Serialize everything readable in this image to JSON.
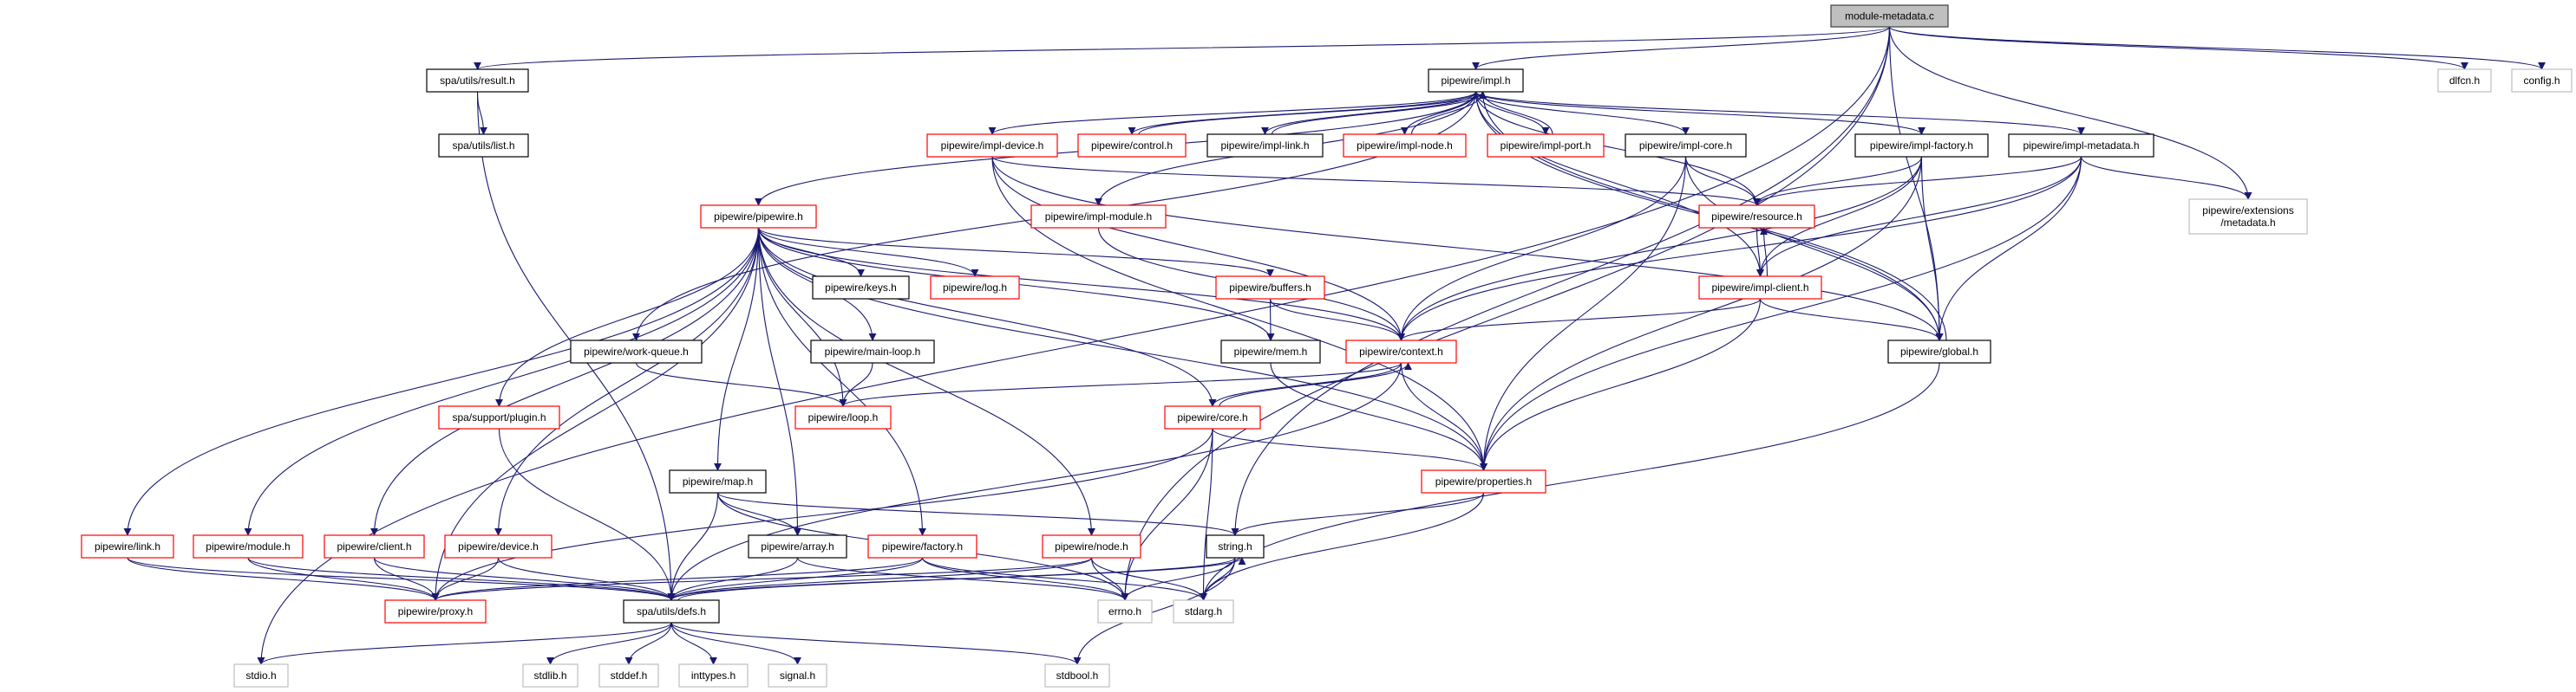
{
  "colors": {
    "edge": "#191970",
    "root_fill": "#bfbfbf",
    "root_border": "#404040",
    "documented_border": "#000000",
    "truncated_border": "#ff0000",
    "external_border": "#bfbfbf",
    "node_fill": "#ffffff"
  },
  "nodes": [
    {
      "id": "root",
      "label": "module-metadata.c",
      "kind": "root"
    },
    {
      "id": "result",
      "label": "spa/utils/result.h",
      "kind": "documented"
    },
    {
      "id": "list",
      "label": "spa/utils/list.h",
      "kind": "documented"
    },
    {
      "id": "impl",
      "label": "pipewire/impl.h",
      "kind": "documented"
    },
    {
      "id": "dlfcn",
      "label": "dlfcn.h",
      "kind": "external"
    },
    {
      "id": "config",
      "label": "config.h",
      "kind": "external"
    },
    {
      "id": "impl_device",
      "label": "pipewire/impl-device.h",
      "kind": "truncated"
    },
    {
      "id": "control",
      "label": "pipewire/control.h",
      "kind": "truncated"
    },
    {
      "id": "impl_link",
      "label": "pipewire/impl-link.h",
      "kind": "documented"
    },
    {
      "id": "impl_node",
      "label": "pipewire/impl-node.h",
      "kind": "truncated"
    },
    {
      "id": "impl_port",
      "label": "pipewire/impl-port.h",
      "kind": "truncated"
    },
    {
      "id": "impl_core",
      "label": "pipewire/impl-core.h",
      "kind": "documented"
    },
    {
      "id": "impl_factory",
      "label": "pipewire/impl-factory.h",
      "kind": "documented"
    },
    {
      "id": "impl_metadata",
      "label": "pipewire/impl-metadata.h",
      "kind": "documented"
    },
    {
      "id": "pipewire",
      "label": "pipewire/pipewire.h",
      "kind": "truncated"
    },
    {
      "id": "impl_module",
      "label": "pipewire/impl-module.h",
      "kind": "truncated"
    },
    {
      "id": "resource",
      "label": "pipewire/resource.h",
      "kind": "truncated"
    },
    {
      "id": "ext_metadata",
      "label": "pipewire/extensions\n/metadata.h",
      "kind": "external"
    },
    {
      "id": "keys",
      "label": "pipewire/keys.h",
      "kind": "documented"
    },
    {
      "id": "log",
      "label": "pipewire/log.h",
      "kind": "truncated"
    },
    {
      "id": "buffers",
      "label": "pipewire/buffers.h",
      "kind": "truncated"
    },
    {
      "id": "impl_client",
      "label": "pipewire/impl-client.h",
      "kind": "truncated"
    },
    {
      "id": "work_queue",
      "label": "pipewire/work-queue.h",
      "kind": "documented"
    },
    {
      "id": "main_loop",
      "label": "pipewire/main-loop.h",
      "kind": "documented"
    },
    {
      "id": "mem",
      "label": "pipewire/mem.h",
      "kind": "documented"
    },
    {
      "id": "context",
      "label": "pipewire/context.h",
      "kind": "truncated"
    },
    {
      "id": "global",
      "label": "pipewire/global.h",
      "kind": "documented"
    },
    {
      "id": "plugin",
      "label": "spa/support/plugin.h",
      "kind": "truncated"
    },
    {
      "id": "loop",
      "label": "pipewire/loop.h",
      "kind": "truncated"
    },
    {
      "id": "core",
      "label": "pipewire/core.h",
      "kind": "truncated"
    },
    {
      "id": "map",
      "label": "pipewire/map.h",
      "kind": "documented"
    },
    {
      "id": "properties",
      "label": "pipewire/properties.h",
      "kind": "truncated"
    },
    {
      "id": "link",
      "label": "pipewire/link.h",
      "kind": "truncated"
    },
    {
      "id": "module",
      "label": "pipewire/module.h",
      "kind": "truncated"
    },
    {
      "id": "client",
      "label": "pipewire/client.h",
      "kind": "truncated"
    },
    {
      "id": "device",
      "label": "pipewire/device.h",
      "kind": "truncated"
    },
    {
      "id": "array",
      "label": "pipewire/array.h",
      "kind": "documented"
    },
    {
      "id": "factory",
      "label": "pipewire/factory.h",
      "kind": "truncated"
    },
    {
      "id": "node",
      "label": "pipewire/node.h",
      "kind": "truncated"
    },
    {
      "id": "string",
      "label": "string.h",
      "kind": "documented"
    },
    {
      "id": "proxy",
      "label": "pipewire/proxy.h",
      "kind": "truncated"
    },
    {
      "id": "defs",
      "label": "spa/utils/defs.h",
      "kind": "documented"
    },
    {
      "id": "errno",
      "label": "errno.h",
      "kind": "external"
    },
    {
      "id": "stdarg",
      "label": "stdarg.h",
      "kind": "external"
    },
    {
      "id": "stdio",
      "label": "stdio.h",
      "kind": "external"
    },
    {
      "id": "stdlib",
      "label": "stdlib.h",
      "kind": "external"
    },
    {
      "id": "stddef",
      "label": "stddef.h",
      "kind": "external"
    },
    {
      "id": "inttypes",
      "label": "inttypes.h",
      "kind": "external"
    },
    {
      "id": "signal",
      "label": "signal.h",
      "kind": "external"
    },
    {
      "id": "stdbool",
      "label": "stdbool.h",
      "kind": "external"
    }
  ],
  "edges": [
    [
      "root",
      "stdio"
    ],
    [
      "root",
      "result"
    ],
    [
      "root",
      "impl"
    ],
    [
      "root",
      "string"
    ],
    [
      "root",
      "global"
    ],
    [
      "root",
      "ext_metadata"
    ],
    [
      "root",
      "dlfcn"
    ],
    [
      "root",
      "config"
    ],
    [
      "root",
      "errno"
    ],
    [
      "result",
      "list"
    ],
    [
      "result",
      "defs"
    ],
    [
      "impl",
      "impl_device"
    ],
    [
      "impl",
      "control"
    ],
    [
      "impl",
      "impl_link"
    ],
    [
      "impl",
      "impl_node"
    ],
    [
      "impl",
      "impl_port"
    ],
    [
      "impl",
      "impl_core"
    ],
    [
      "impl",
      "impl_factory"
    ],
    [
      "impl",
      "impl_metadata"
    ],
    [
      "impl",
      "pipewire"
    ],
    [
      "impl",
      "work_queue"
    ],
    [
      "impl",
      "impl_module"
    ],
    [
      "impl",
      "resource"
    ],
    [
      "impl",
      "impl_client"
    ],
    [
      "impl",
      "global"
    ],
    [
      "control",
      "impl"
    ],
    [
      "impl_link",
      "impl"
    ],
    [
      "impl_node",
      "impl"
    ],
    [
      "impl_port",
      "impl"
    ],
    [
      "global",
      "impl"
    ],
    [
      "impl_device",
      "properties"
    ],
    [
      "impl_device",
      "global"
    ],
    [
      "impl_device",
      "resource"
    ],
    [
      "impl_device",
      "context"
    ],
    [
      "impl_module",
      "context"
    ],
    [
      "impl_core",
      "context"
    ],
    [
      "impl_core",
      "resource"
    ],
    [
      "impl_core",
      "properties"
    ],
    [
      "impl_core",
      "global"
    ],
    [
      "impl_factory",
      "resource"
    ],
    [
      "impl_factory",
      "impl_client"
    ],
    [
      "impl_factory",
      "context"
    ],
    [
      "impl_factory",
      "global"
    ],
    [
      "impl_factory",
      "properties"
    ],
    [
      "impl_metadata",
      "resource"
    ],
    [
      "impl_metadata",
      "impl_client"
    ],
    [
      "impl_metadata",
      "context"
    ],
    [
      "impl_metadata",
      "global"
    ],
    [
      "impl_metadata",
      "properties"
    ],
    [
      "impl_metadata",
      "ext_metadata"
    ],
    [
      "resource",
      "impl_client"
    ],
    [
      "impl_client",
      "resource"
    ],
    [
      "impl_client",
      "context"
    ],
    [
      "impl_client",
      "global"
    ],
    [
      "impl_client",
      "properties"
    ],
    [
      "pipewire",
      "keys"
    ],
    [
      "pipewire",
      "log"
    ],
    [
      "pipewire",
      "buffers"
    ],
    [
      "pipewire",
      "main_loop"
    ],
    [
      "pipewire",
      "loop"
    ],
    [
      "pipewire",
      "map"
    ],
    [
      "pipewire",
      "array"
    ],
    [
      "pipewire",
      "core"
    ],
    [
      "pipewire",
      "context"
    ],
    [
      "pipewire",
      "properties"
    ],
    [
      "pipewire",
      "mem"
    ],
    [
      "pipewire",
      "link"
    ],
    [
      "pipewire",
      "module"
    ],
    [
      "pipewire",
      "client"
    ],
    [
      "pipewire",
      "device"
    ],
    [
      "pipewire",
      "proxy"
    ],
    [
      "pipewire",
      "factory"
    ],
    [
      "pipewire",
      "node"
    ],
    [
      "pipewire",
      "plugin"
    ],
    [
      "buffers",
      "mem"
    ],
    [
      "buffers",
      "context"
    ],
    [
      "work_queue",
      "loop"
    ],
    [
      "main_loop",
      "loop"
    ],
    [
      "mem",
      "properties"
    ],
    [
      "context",
      "loop"
    ],
    [
      "context",
      "core"
    ],
    [
      "context",
      "properties"
    ],
    [
      "context",
      "defs"
    ],
    [
      "core",
      "context"
    ],
    [
      "core",
      "properties"
    ],
    [
      "core",
      "proxy"
    ],
    [
      "core",
      "errno"
    ],
    [
      "core",
      "stdarg"
    ],
    [
      "plugin",
      "defs"
    ],
    [
      "map",
      "array"
    ],
    [
      "map",
      "defs"
    ],
    [
      "map",
      "string"
    ],
    [
      "map",
      "errno"
    ],
    [
      "array",
      "defs"
    ],
    [
      "array",
      "errno"
    ],
    [
      "link",
      "proxy"
    ],
    [
      "link",
      "defs"
    ],
    [
      "module",
      "proxy"
    ],
    [
      "module",
      "defs"
    ],
    [
      "client",
      "proxy"
    ],
    [
      "client",
      "defs"
    ],
    [
      "device",
      "proxy"
    ],
    [
      "device",
      "defs"
    ],
    [
      "factory",
      "proxy"
    ],
    [
      "factory",
      "defs"
    ],
    [
      "factory",
      "errno"
    ],
    [
      "factory",
      "stdarg"
    ],
    [
      "node",
      "proxy"
    ],
    [
      "node",
      "defs"
    ],
    [
      "node",
      "errno"
    ],
    [
      "node",
      "stdarg"
    ],
    [
      "properties",
      "string"
    ],
    [
      "properties",
      "stdarg"
    ],
    [
      "string",
      "defs"
    ],
    [
      "string",
      "errno"
    ],
    [
      "string",
      "stdarg"
    ],
    [
      "string",
      "stdbool"
    ],
    [
      "defs",
      "string"
    ],
    [
      "defs",
      "stdio"
    ],
    [
      "defs",
      "stdlib"
    ],
    [
      "defs",
      "stddef"
    ],
    [
      "defs",
      "inttypes"
    ],
    [
      "defs",
      "signal"
    ],
    [
      "defs",
      "stdbool"
    ],
    [
      "global",
      "stdarg"
    ]
  ]
}
